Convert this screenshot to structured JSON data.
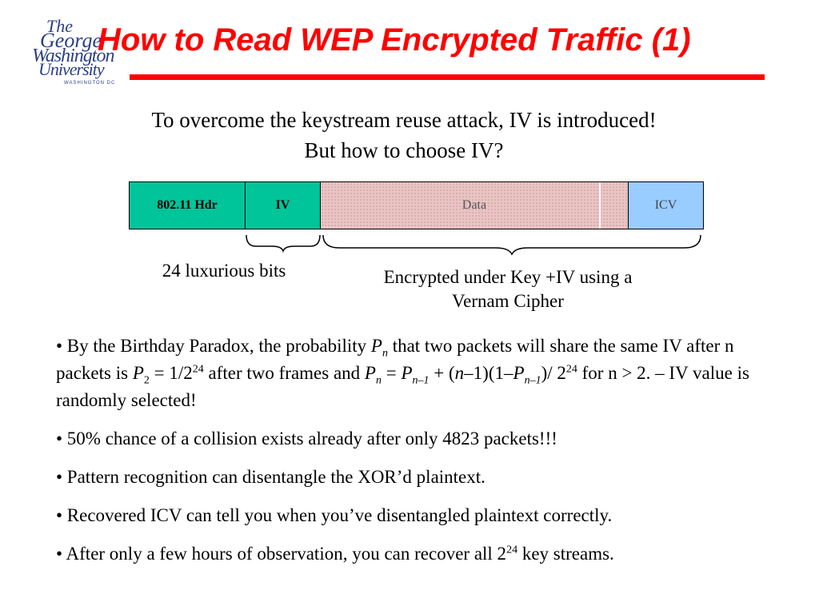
{
  "logo": {
    "line1": "The",
    "line2": "George",
    "line3": "Washington",
    "line4": "University",
    "line5": "WASHINGTON DC"
  },
  "slide": {
    "title": "How to Read WEP Encrypted Traffic (1)",
    "intro_line1": "To overcome the keystream reuse attack, IV is introduced!",
    "intro_line2": "But how to choose IV?"
  },
  "packet": {
    "header": "802.11 Hdr",
    "iv": "IV",
    "data": "Data",
    "icv": "ICV",
    "iv_label": "24 luxurious bits",
    "encrypted_label_line1": "Encrypted under Key +IV using a",
    "encrypted_label_line2": "Vernam Cipher"
  },
  "bullets": {
    "b1": {
      "t1": "• By the Birthday Paradox, the probability ",
      "P": "P",
      "n": "n",
      "t2": " that two packets will share the same IV after n packets is ",
      "P2": "P",
      "sub2": "2",
      "t3": " = 1/2",
      "sup24a": "24",
      "t4": " after two frames and ",
      "Pn": "P",
      "subn": "n",
      "t5": " = ",
      "Pn1": "P",
      "subn1": "n–1",
      "t6": " + (",
      "n2": "n",
      "t7": "–1)(1–",
      "Pn2": "P",
      "subn2": "n–1",
      "t8": ")/ 2",
      "sup24b": "24",
      "t9": " for n > 2. – IV value is randomly selected!"
    },
    "b2": "• 50% chance of a collision exists already after only 4823 packets!!!",
    "b3": "• Pattern recognition can disentangle the XOR’d plaintext.",
    "b4": "• Recovered ICV can tell you when you’ve disentangled plaintext correctly.",
    "b5": {
      "t1": "• After only a few hours of observation, you can recover all 2",
      "sup": "24",
      "t2": " key streams."
    }
  },
  "colors": {
    "title": "#ff0000",
    "header_segment": "#00c49a",
    "icv_segment": "#99ccff",
    "data_segment": "#e9c4c4",
    "logo": "#2b3f86"
  }
}
